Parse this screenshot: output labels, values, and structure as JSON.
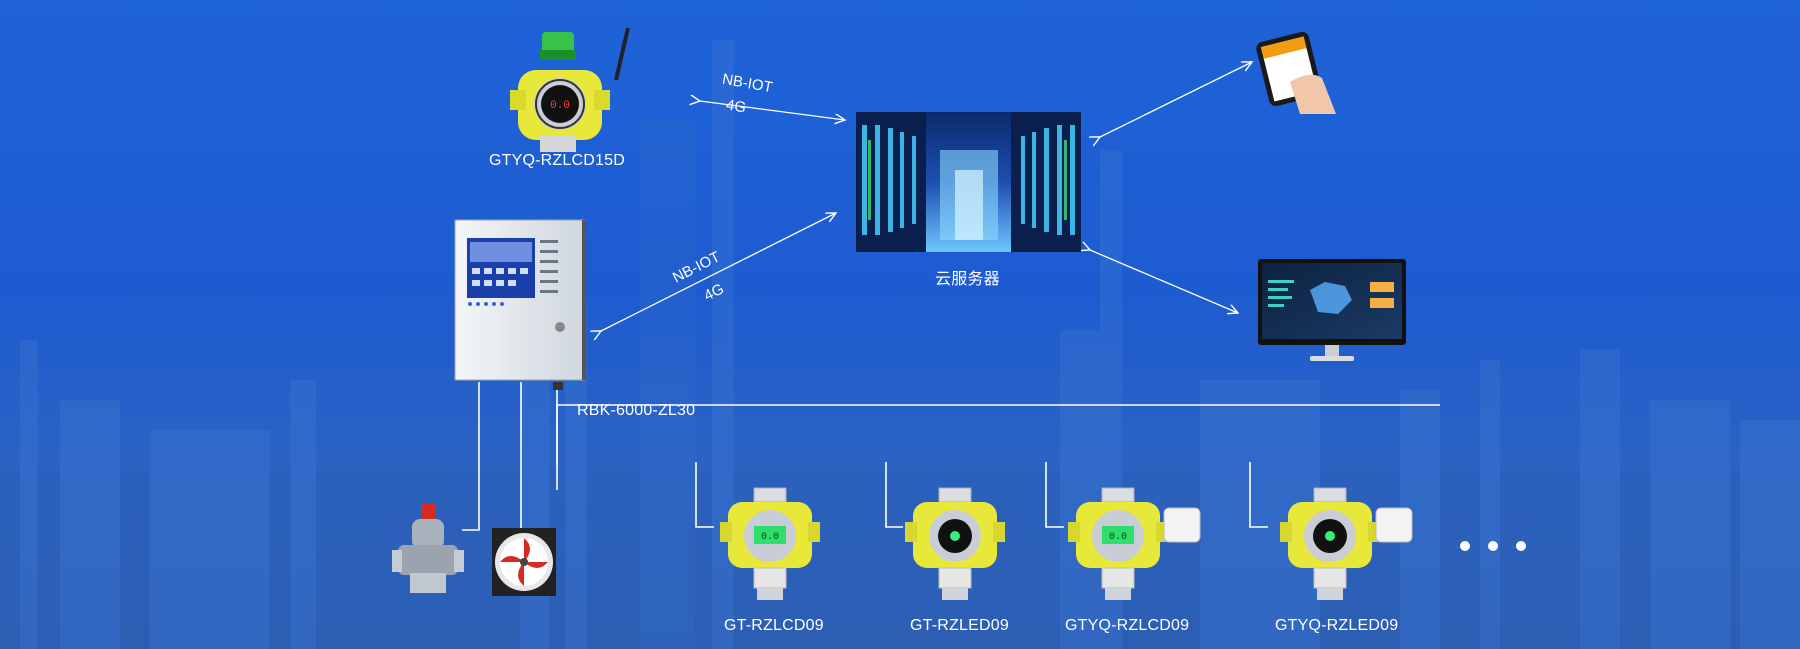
{
  "devices": {
    "wireless_detector": {
      "label": "GTYQ-RZLCD15D",
      "display": "0.0"
    },
    "controller": {
      "label": "RBK-6000-ZL30"
    },
    "cloud_server": {
      "label": "云服务器"
    },
    "detectors": [
      {
        "label": "GT-RZLCD09",
        "display": "0.0"
      },
      {
        "label": "GT-RZLED09"
      },
      {
        "label": "GTYQ-RZLCD09",
        "display": "0.0"
      },
      {
        "label": "GTYQ-RZLED09"
      }
    ]
  },
  "links": {
    "detector_to_cloud": {
      "protocol": "NB-IOT",
      "alt": "4G"
    },
    "controller_to_cloud": {
      "protocol": "NB-IOT",
      "alt": "4G"
    }
  },
  "colors": {
    "background": "#1f63d9",
    "lines": "#ffffff",
    "detector_body": "#e8e83a",
    "server_blue": "#4ab3ff"
  },
  "icons": [
    "smartphone-icon",
    "monitor-dashboard-icon",
    "solenoid-valve-icon",
    "exhaust-fan-icon",
    "more-dots-icon"
  ]
}
